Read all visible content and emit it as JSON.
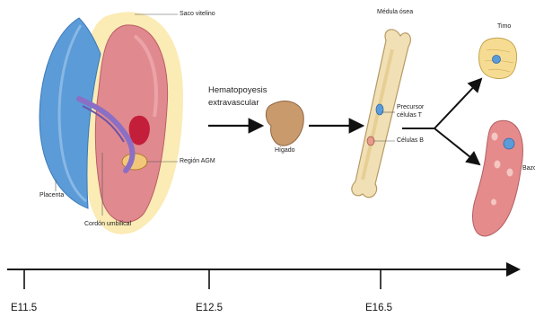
{
  "labels": {
    "saco_vitelino": "Saco vitelino",
    "placenta": "Placenta",
    "cordon_umbilical": "Cordón umbilical",
    "region_agm": "Región AGM",
    "hematopoyesis_line1": "Hematopoyesis",
    "hematopoyesis_line2": "extravascular",
    "higado": "Hígado",
    "medula_osea": "Médula ósea",
    "precursor_line1": "Precursor",
    "precursor_line2": "células T",
    "celulas_b": "Células B",
    "timo": "Timo",
    "bazo": "Bazo"
  },
  "timeline": {
    "ticks": [
      "E11.5",
      "E12.5",
      "E16.5"
    ]
  },
  "colors": {
    "placenta": "#5b9bd8",
    "embryo": "#e08a8f",
    "yolk": "#fbeab0",
    "liver": "#c99a6c",
    "bone": "#f1e0b6",
    "thymus": "#f6dc93",
    "spleen": "#e58b8c",
    "arrow": "#111111"
  }
}
